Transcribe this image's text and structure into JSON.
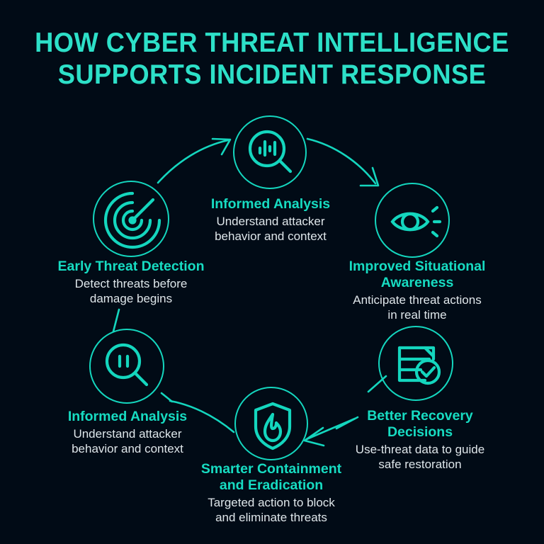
{
  "theme": {
    "background": "#010b16",
    "accent": "#2de0c8",
    "line": "#14d6be",
    "body_text": "#dfe6ea"
  },
  "title": {
    "line1": "HOW CYBER THREAT INTELLIGENCE",
    "line2": "SUPPORTS INCIDENT RESPONSE"
  },
  "steps": [
    {
      "id": "early-threat-detection",
      "icon": "target-radar-icon",
      "heading": "Early Threat Detection",
      "sub": "Detect threats before\ndamage begins"
    },
    {
      "id": "informed-analysis-top",
      "icon": "magnifier-bar-chart-icon",
      "heading": "Informed Analysis",
      "sub": "Understand attacker\nbehavior and context"
    },
    {
      "id": "improved-situational-awareness",
      "icon": "eye-icon",
      "heading": "Improved Situational\nAwareness",
      "sub": "Anticipate threat actions\nin real time"
    },
    {
      "id": "better-recovery-decisions",
      "icon": "document-check-icon",
      "heading": "Better Recovery\nDecisions",
      "sub": "Use-threat data to guide\nsafe restoration"
    },
    {
      "id": "smarter-containment-and-eradication",
      "icon": "shield-flame-icon",
      "heading": "Smarter Containment\nand Eradication",
      "sub": "Targeted action to block\nand eliminate threats"
    },
    {
      "id": "informed-analysis-bottom",
      "icon": "magnifier-pause-icon",
      "heading": "Informed Analysis",
      "sub": "Understand attacker\nbehavior and context"
    }
  ]
}
